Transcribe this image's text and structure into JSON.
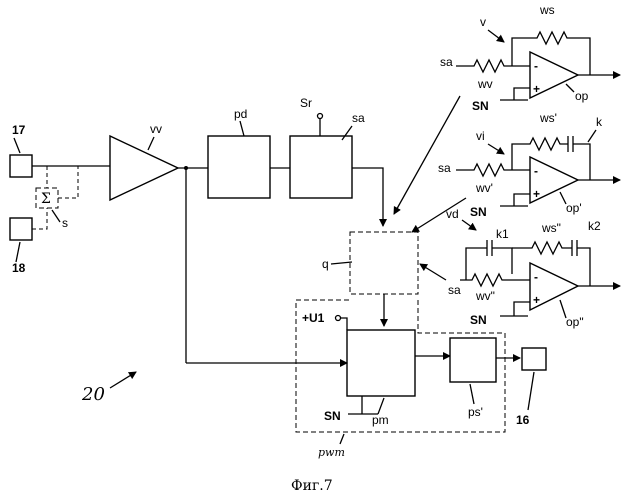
{
  "labels": {
    "n17": "17",
    "n18": "18",
    "sigma": "Σ",
    "s": "s",
    "vv": "vv",
    "pd": "pd",
    "sr": "Sr",
    "sa_block": "sa",
    "q": "q",
    "u1": "+U1",
    "pm": "pm",
    "ps": "ps'",
    "n16": "16",
    "sn_main": "SN",
    "n20": "20",
    "pwm": "pwm",
    "v": "v",
    "ws": "ws",
    "sa_v": "sa",
    "wv": "wv",
    "sn_v": "SN",
    "op": "op",
    "vi": "vi",
    "ws1": "ws'",
    "k": "k",
    "sa_vi": "sa",
    "wv1": "wv'",
    "sn_vi": "SN",
    "op1": "op'",
    "vd": "vd",
    "k1": "k1",
    "ws2": "ws\"",
    "k2": "k2",
    "sa_vd": "sa",
    "wv2": "wv\"",
    "sn_vd": "SN",
    "op2": "op\"",
    "minus": "-",
    "plus": "+"
  },
  "caption": "Фиг.7"
}
